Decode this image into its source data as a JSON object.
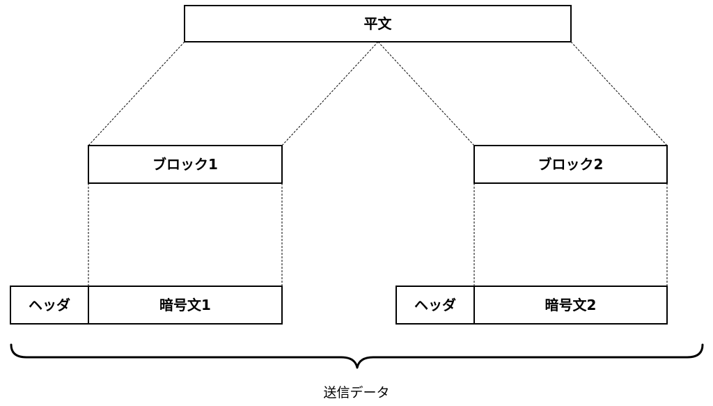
{
  "plaintext": {
    "label": "平文"
  },
  "blocks": [
    {
      "label": "ブロック1"
    },
    {
      "label": "ブロック2"
    }
  ],
  "packets": [
    {
      "header_label": "ヘッダ",
      "ciphertext_label": "暗号文1"
    },
    {
      "header_label": "ヘッダ",
      "ciphertext_label": "暗号文2"
    }
  ],
  "transmission": {
    "label": "送信データ"
  }
}
